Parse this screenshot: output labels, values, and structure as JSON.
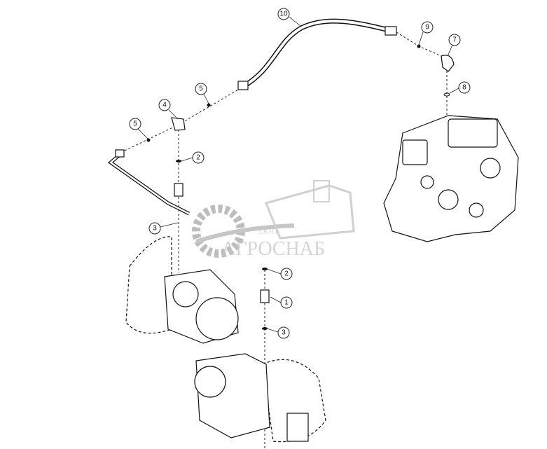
{
  "callouts": [
    {
      "id": "callout-10",
      "label": "10"
    },
    {
      "id": "callout-9",
      "label": "9"
    },
    {
      "id": "callout-7",
      "label": "7"
    },
    {
      "id": "callout-8",
      "label": "8"
    },
    {
      "id": "callout-5a",
      "label": "5"
    },
    {
      "id": "callout-5b",
      "label": "5"
    },
    {
      "id": "callout-4",
      "label": "4"
    },
    {
      "id": "callout-2a",
      "label": "2"
    },
    {
      "id": "callout-3a",
      "label": "3"
    },
    {
      "id": "callout-2b",
      "label": "2"
    },
    {
      "id": "callout-1",
      "label": "1"
    },
    {
      "id": "callout-3b",
      "label": "3"
    }
  ],
  "watermark": {
    "prefix": "ООО",
    "name": "АГРОСНАБ"
  }
}
